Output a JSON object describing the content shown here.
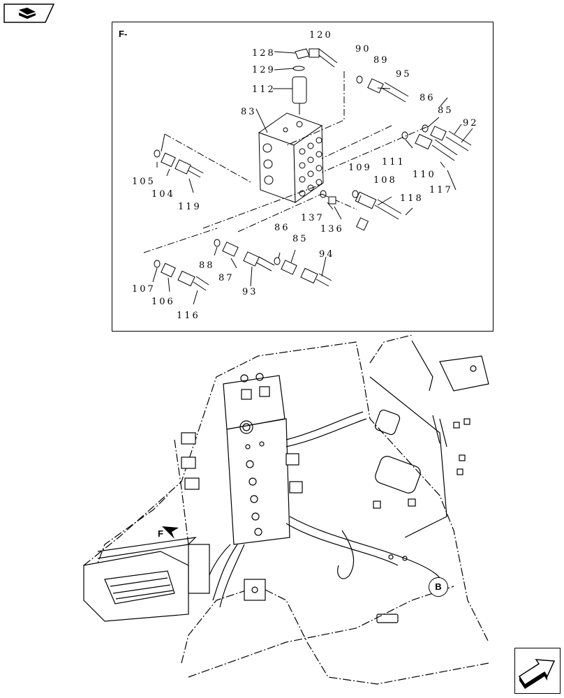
{
  "detail": {
    "title": "F-",
    "part_numbers": {
      "p120": "120",
      "p128": "128",
      "p129": "129",
      "p112": "112",
      "p83": "83",
      "p90": "90",
      "p89": "89",
      "p95": "95",
      "p86a": "86",
      "p85a": "85",
      "p92": "92",
      "p105": "105",
      "p104": "104",
      "p119": "119",
      "p111": "111",
      "p110": "110",
      "p117": "117",
      "p109": "109",
      "p108": "108",
      "p118": "118",
      "p137": "137",
      "p136": "136",
      "p86b": "86",
      "p85b": "85",
      "p94": "94",
      "p88": "88",
      "p87": "87",
      "p93": "93",
      "p107": "107",
      "p106": "106",
      "p116": "116"
    }
  },
  "assembly": {
    "callout_b": "B",
    "callout_f": "F"
  },
  "icons": {
    "book_tab": "book-icon",
    "next_arrow": "next-page-arrow-icon"
  }
}
